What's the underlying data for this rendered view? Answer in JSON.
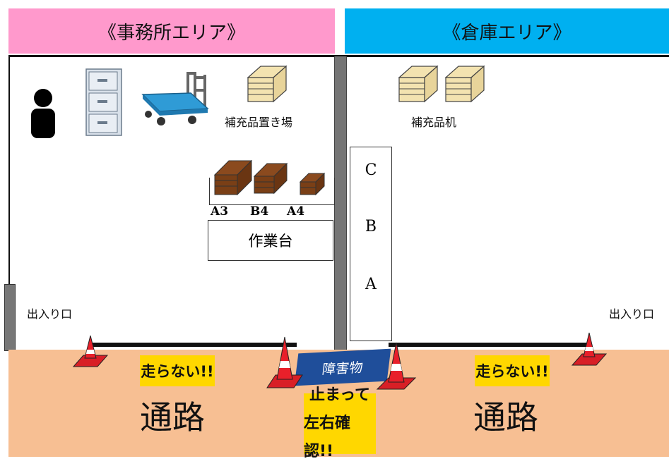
{
  "header": {
    "office_area": "《事務所エリア》",
    "warehouse_area": "《倉庫エリア》"
  },
  "office": {
    "supply_storage": "補充品置き場",
    "workbench": "作業台",
    "paper_sizes": [
      "A3",
      "B4",
      "A4"
    ],
    "entrance": "出入り口"
  },
  "warehouse": {
    "supply_desk": "補充品机",
    "shelf_labels": [
      "C",
      "B",
      "A"
    ],
    "entrance": "出入り口"
  },
  "corridor": {
    "label": "通路",
    "no_running": "走らない!!",
    "obstacle": "障害物",
    "stop": "止まって",
    "check": "左右確認!!"
  },
  "colors": {
    "office_header": "#ff99cc",
    "warehouse_header": "#00b0f0",
    "corridor": "#f7bf93",
    "sign": "#ffd700",
    "cone": "#e8202a",
    "obstacle": "#1f4e9a"
  },
  "icons": [
    "person-icon",
    "filing-cabinet-icon",
    "hand-truck-icon",
    "paper-stack-icon",
    "cone-icon"
  ]
}
